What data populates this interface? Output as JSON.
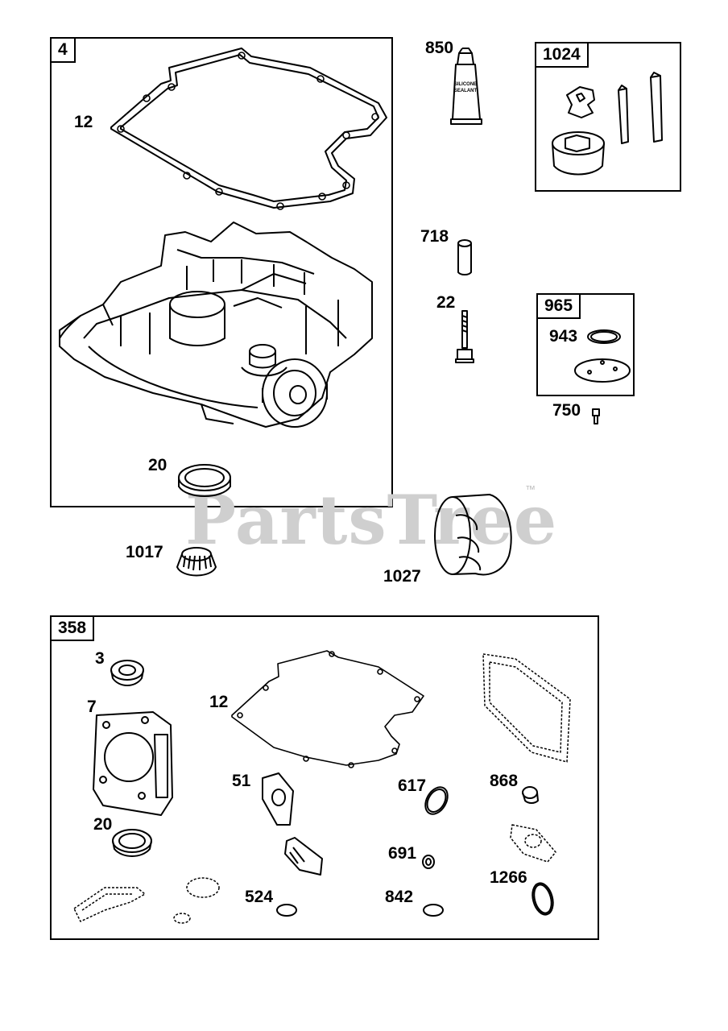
{
  "watermark": {
    "text": "PartsTree",
    "tm": "™"
  },
  "kits": {
    "k4": "4",
    "k1024": "1024",
    "k965": "965",
    "k358": "358"
  },
  "parts": {
    "p12_top": "12",
    "p20_top": "20",
    "p850": "850",
    "p718": "718",
    "p22": "22",
    "p943": "943",
    "p750": "750",
    "p1017": "1017",
    "p1027": "1027",
    "p3": "3",
    "p7": "7",
    "p20_kit": "20",
    "p12_kit": "12",
    "p51": "51",
    "p617": "617",
    "p868": "868",
    "p691": "691",
    "p524": "524",
    "p842": "842",
    "p1266": "1266"
  },
  "sealant_tube": {
    "line1": "SILICONE",
    "line2": "SEALANT"
  }
}
